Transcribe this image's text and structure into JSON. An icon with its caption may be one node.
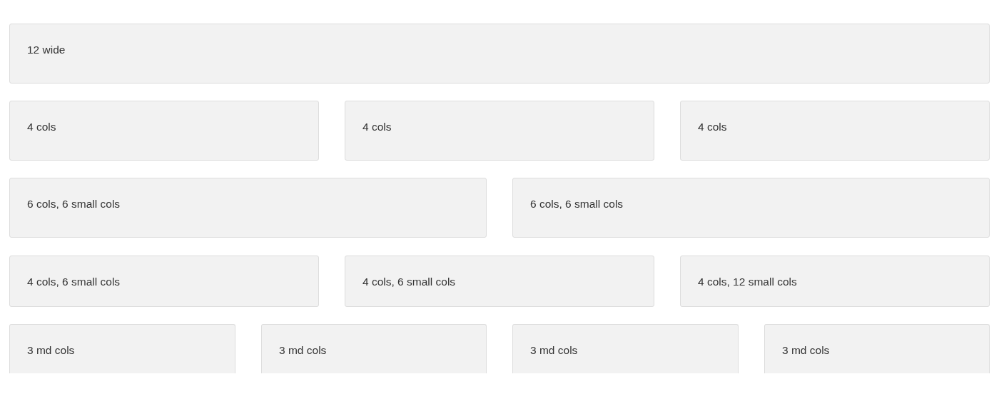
{
  "diagram": {
    "nodes": [
      {
        "text": [
          "12 wide"
        ]
      },
      {
        "text": [
          "4 cols"
        ]
      },
      {
        "text": [
          "4 cols"
        ]
      },
      {
        "text": [
          "4 cols"
        ]
      },
      {
        "text": [
          "6 cols, 6 small cols"
        ]
      },
      {
        "text": [
          "6 cols, 6 small cols"
        ]
      },
      {
        "text": [
          "4 cols, 6 small cols"
        ]
      },
      {
        "text": [
          "4 cols, 6 small cols"
        ]
      },
      {
        "text": [
          "4 cols, 12 small cols"
        ]
      },
      {
        "text": [
          "3 md cols"
        ]
      },
      {
        "text": [
          "3 md cols"
        ]
      },
      {
        "text": [
          "3 md cols"
        ]
      },
      {
        "text": [
          "3 md cols"
        ]
      }
    ]
  }
}
